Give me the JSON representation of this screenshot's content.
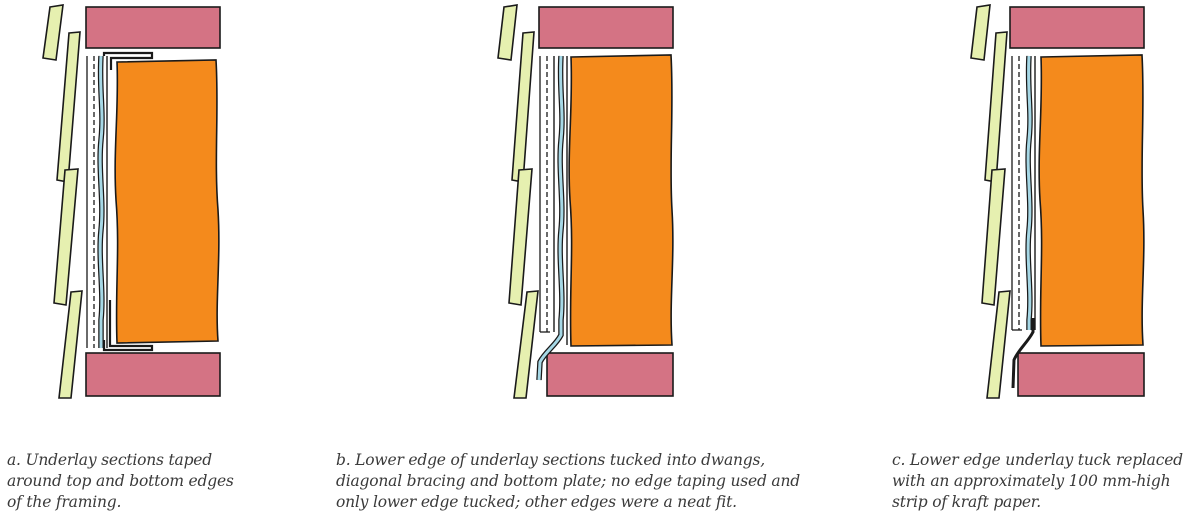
{
  "panels": [
    {
      "id": "a",
      "caption": "a. Underlay sections taped\naround top and bottom edges\nof the framing."
    },
    {
      "id": "b",
      "caption": "b. Lower edge of underlay sections tucked into dwangs,\ndiagonal bracing and bottom plate; no edge taping used and\nonly lower edge tucked; other edges were a neat fit."
    },
    {
      "id": "c",
      "caption": "c. Lower edge underlay tuck replaced\nwith an approximately 100 mm-high\nstrip of kraft paper."
    }
  ],
  "colors": {
    "weatherboard": "#e6f0b0",
    "framing": "#d47384",
    "insulation": "#f48a1c",
    "underlay": "#a6d8e6",
    "outline": "#1a1a1a",
    "caption_text": "#3a3a3a"
  }
}
